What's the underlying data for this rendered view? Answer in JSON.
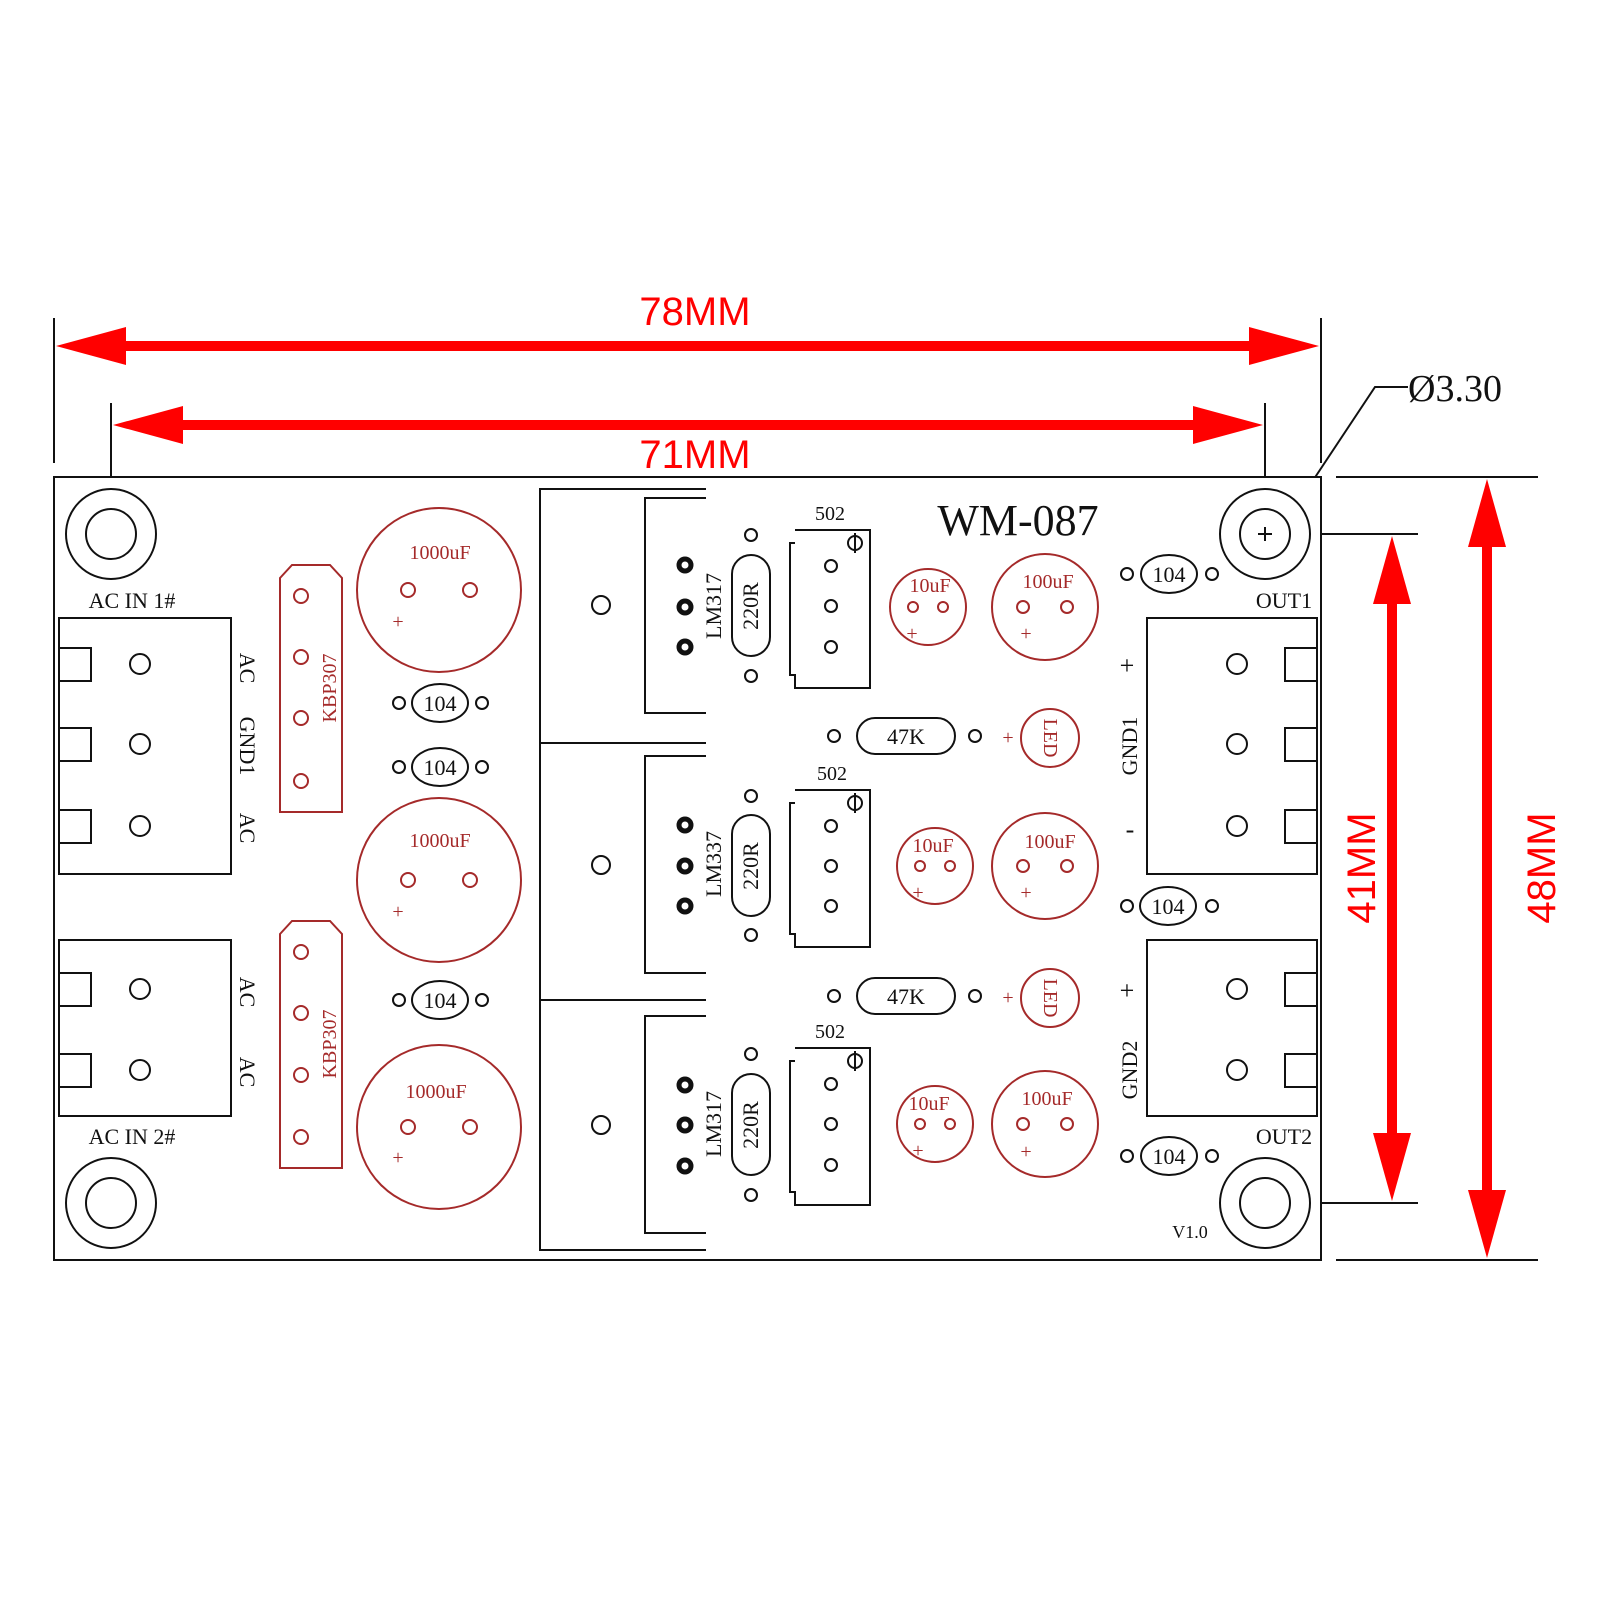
{
  "title": "WM-087",
  "version": "V1.0",
  "colors": {
    "accent": "#ff0000",
    "silkscreen": "#a52a2a",
    "outline": "#111111"
  },
  "dimensions": {
    "width_total": "78MM",
    "width_holes": "71MM",
    "height_total": "48MM",
    "height_holes": "41MM",
    "hole_diameter": "Ø3.30"
  },
  "connectors": {
    "ac_in_1": "AC IN 1#",
    "ac_in_2": "AC IN 2#",
    "out1": "OUT1",
    "out2": "OUT2",
    "pin_ac": "AC",
    "pin_gnd1": "GND1",
    "pin_gnd2": "GND2",
    "plus": "+",
    "minus": "-"
  },
  "components": {
    "bridge": "KBP307",
    "cap_bulk": "1000uF",
    "cap_ceramic": "104",
    "regulator_a": "LM317",
    "regulator_b": "LM337",
    "resistor_220": "220R",
    "pot": "502",
    "resistor_47k": "47K",
    "cap_10": "10uF",
    "cap_100": "100uF",
    "led": "LED",
    "plus": "+"
  }
}
